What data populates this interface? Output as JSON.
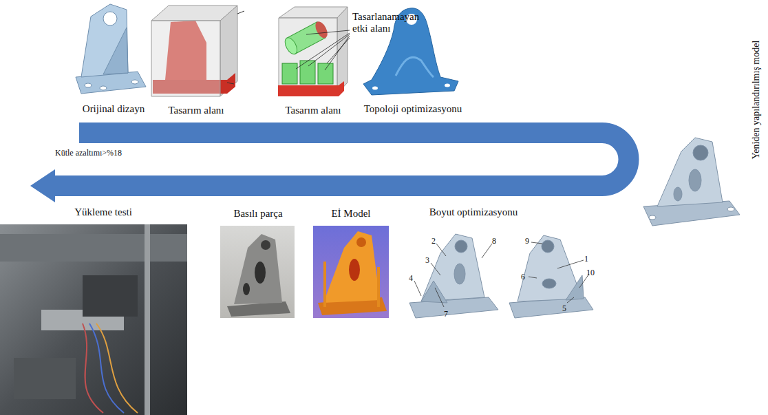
{
  "diagram": {
    "labels": [
      "Tasarlanamayan etki alanı",
      "Orijinal dizayn",
      "Tasarım alanı",
      "Tasarım alanı",
      "Topoloji optimizasyonu",
      "Yeniden yapılandırılmış model",
      "Kütle azaltımı>%18",
      "Yükleme testi",
      "Basılı parça",
      "Eİ Model",
      "Boyut optimizasyonu",
      "2",
      "8",
      "3",
      "4",
      "7",
      "9",
      "1",
      "10",
      "6",
      "5"
    ]
  }
}
